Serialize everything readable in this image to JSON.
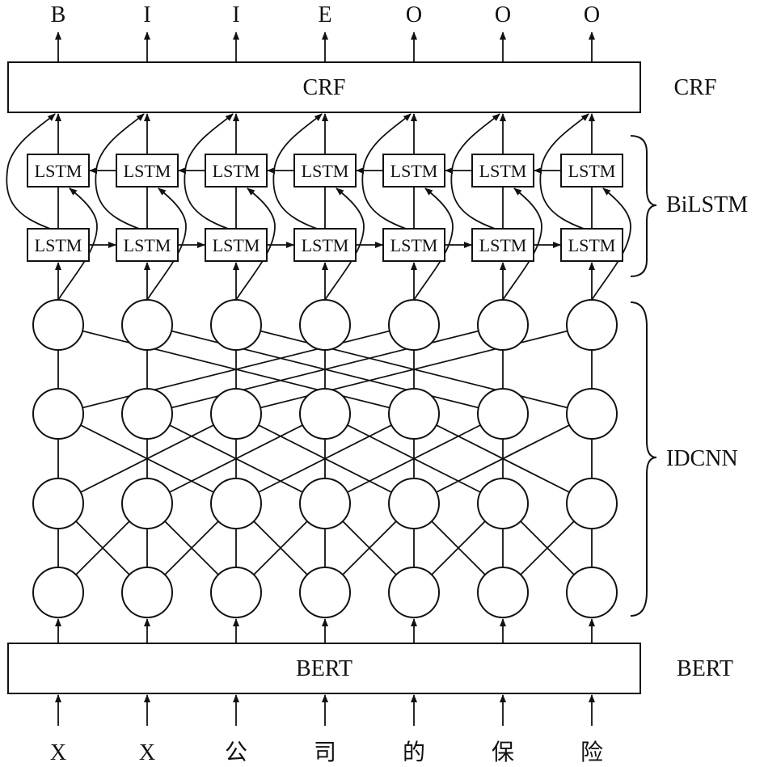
{
  "outputs": [
    "B",
    "I",
    "I",
    "E",
    "O",
    "O",
    "O"
  ],
  "inputs": [
    "X",
    "X",
    "公",
    "司",
    "的",
    "保",
    "险"
  ],
  "crf": {
    "box_label": "CRF",
    "side_label": "CRF"
  },
  "bert": {
    "box_label": "BERT",
    "side_label": "BERT"
  },
  "bilstm": {
    "cell_label": "LSTM",
    "side_label": "BiLSTM"
  },
  "idcnn": {
    "side_label": "IDCNN",
    "node_rows": 4
  }
}
